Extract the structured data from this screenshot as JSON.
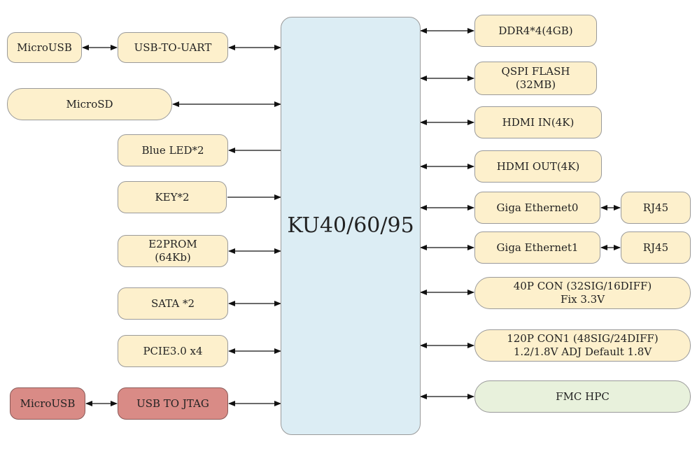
{
  "fpga": {
    "label": "KU40/60/95"
  },
  "left_blocks": {
    "microusb_uart": "MicroUSB",
    "usb_to_uart": "USB-TO-UART",
    "microsd": "MicroSD",
    "blue_led": "Blue LED*2",
    "key": "KEY*2",
    "e2prom_line1": "E2PROM",
    "e2prom_line2": "(64Kb)",
    "sata": "SATA *2",
    "pcie": "PCIE3.0 x4",
    "microusb_jtag": "MicroUSB",
    "usb_to_jtag": "USB TO JTAG"
  },
  "right_blocks": {
    "ddr4": "DDR4*4(4GB)",
    "qspi_line1": "QSPI FLASH",
    "qspi_line2": "(32MB)",
    "hdmi_in": "HDMI IN(4K)",
    "hdmi_out": "HDMI OUT(4K)",
    "eth0": "Giga Ethernet0",
    "rj45_0": "RJ45",
    "eth1": "Giga Ethernet1",
    "rj45_1": "RJ45",
    "con40_line1": "40P CON (32SIG/16DIFF)",
    "con40_line2": "Fix 3.3V",
    "con120_line1": "120P CON1 (48SIG/24DIFF)",
    "con120_line2": "1.2/1.8V ADJ Default 1.8V",
    "fmc": "FMC HPC"
  },
  "colors": {
    "block_fill": "#fdf0cc",
    "jtag_fill": "#d98b86",
    "fmc_fill": "#e8f1dc",
    "fpga_fill": "#dcedf4",
    "border": "#9a9a9a",
    "arrow": "#111111"
  }
}
